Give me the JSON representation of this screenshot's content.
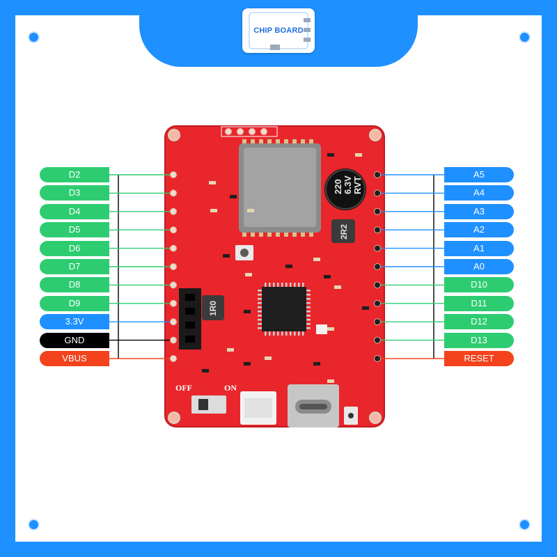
{
  "brand": {
    "logo_text": "CHIP BOARD"
  },
  "colors": {
    "frame_blue": "#1e90ff",
    "pcb_red": "#e8262b",
    "digital_green": "#2ecc71",
    "analog_blue": "#1e90ff",
    "ground_black": "#000000",
    "power_orange": "#f2431d"
  },
  "left_pins": [
    {
      "label": "D2",
      "kind": "digital"
    },
    {
      "label": "D3",
      "kind": "digital"
    },
    {
      "label": "D4",
      "kind": "digital"
    },
    {
      "label": "D5",
      "kind": "digital"
    },
    {
      "label": "D6",
      "kind": "digital"
    },
    {
      "label": "D7",
      "kind": "digital"
    },
    {
      "label": "D8",
      "kind": "digital"
    },
    {
      "label": "D9",
      "kind": "digital"
    },
    {
      "label": "3.3V",
      "kind": "power3v3"
    },
    {
      "label": "GND",
      "kind": "ground"
    },
    {
      "label": "VBUS",
      "kind": "power"
    }
  ],
  "right_pins": [
    {
      "label": "A5",
      "kind": "analog"
    },
    {
      "label": "A4",
      "kind": "analog"
    },
    {
      "label": "A3",
      "kind": "analog"
    },
    {
      "label": "A2",
      "kind": "analog"
    },
    {
      "label": "A1",
      "kind": "analog"
    },
    {
      "label": "A0",
      "kind": "analog"
    },
    {
      "label": "D10",
      "kind": "digital"
    },
    {
      "label": "D11",
      "kind": "digital"
    },
    {
      "label": "D12",
      "kind": "digital"
    },
    {
      "label": "D13",
      "kind": "digital"
    },
    {
      "label": "RESET",
      "kind": "power"
    }
  ],
  "board": {
    "capacitor_text": [
      "220",
      "6.3V",
      "RVT"
    ],
    "inductor_text": "2R2",
    "inductor2_text": "1R0",
    "switch_off": "OFF",
    "switch_on": "ON"
  }
}
